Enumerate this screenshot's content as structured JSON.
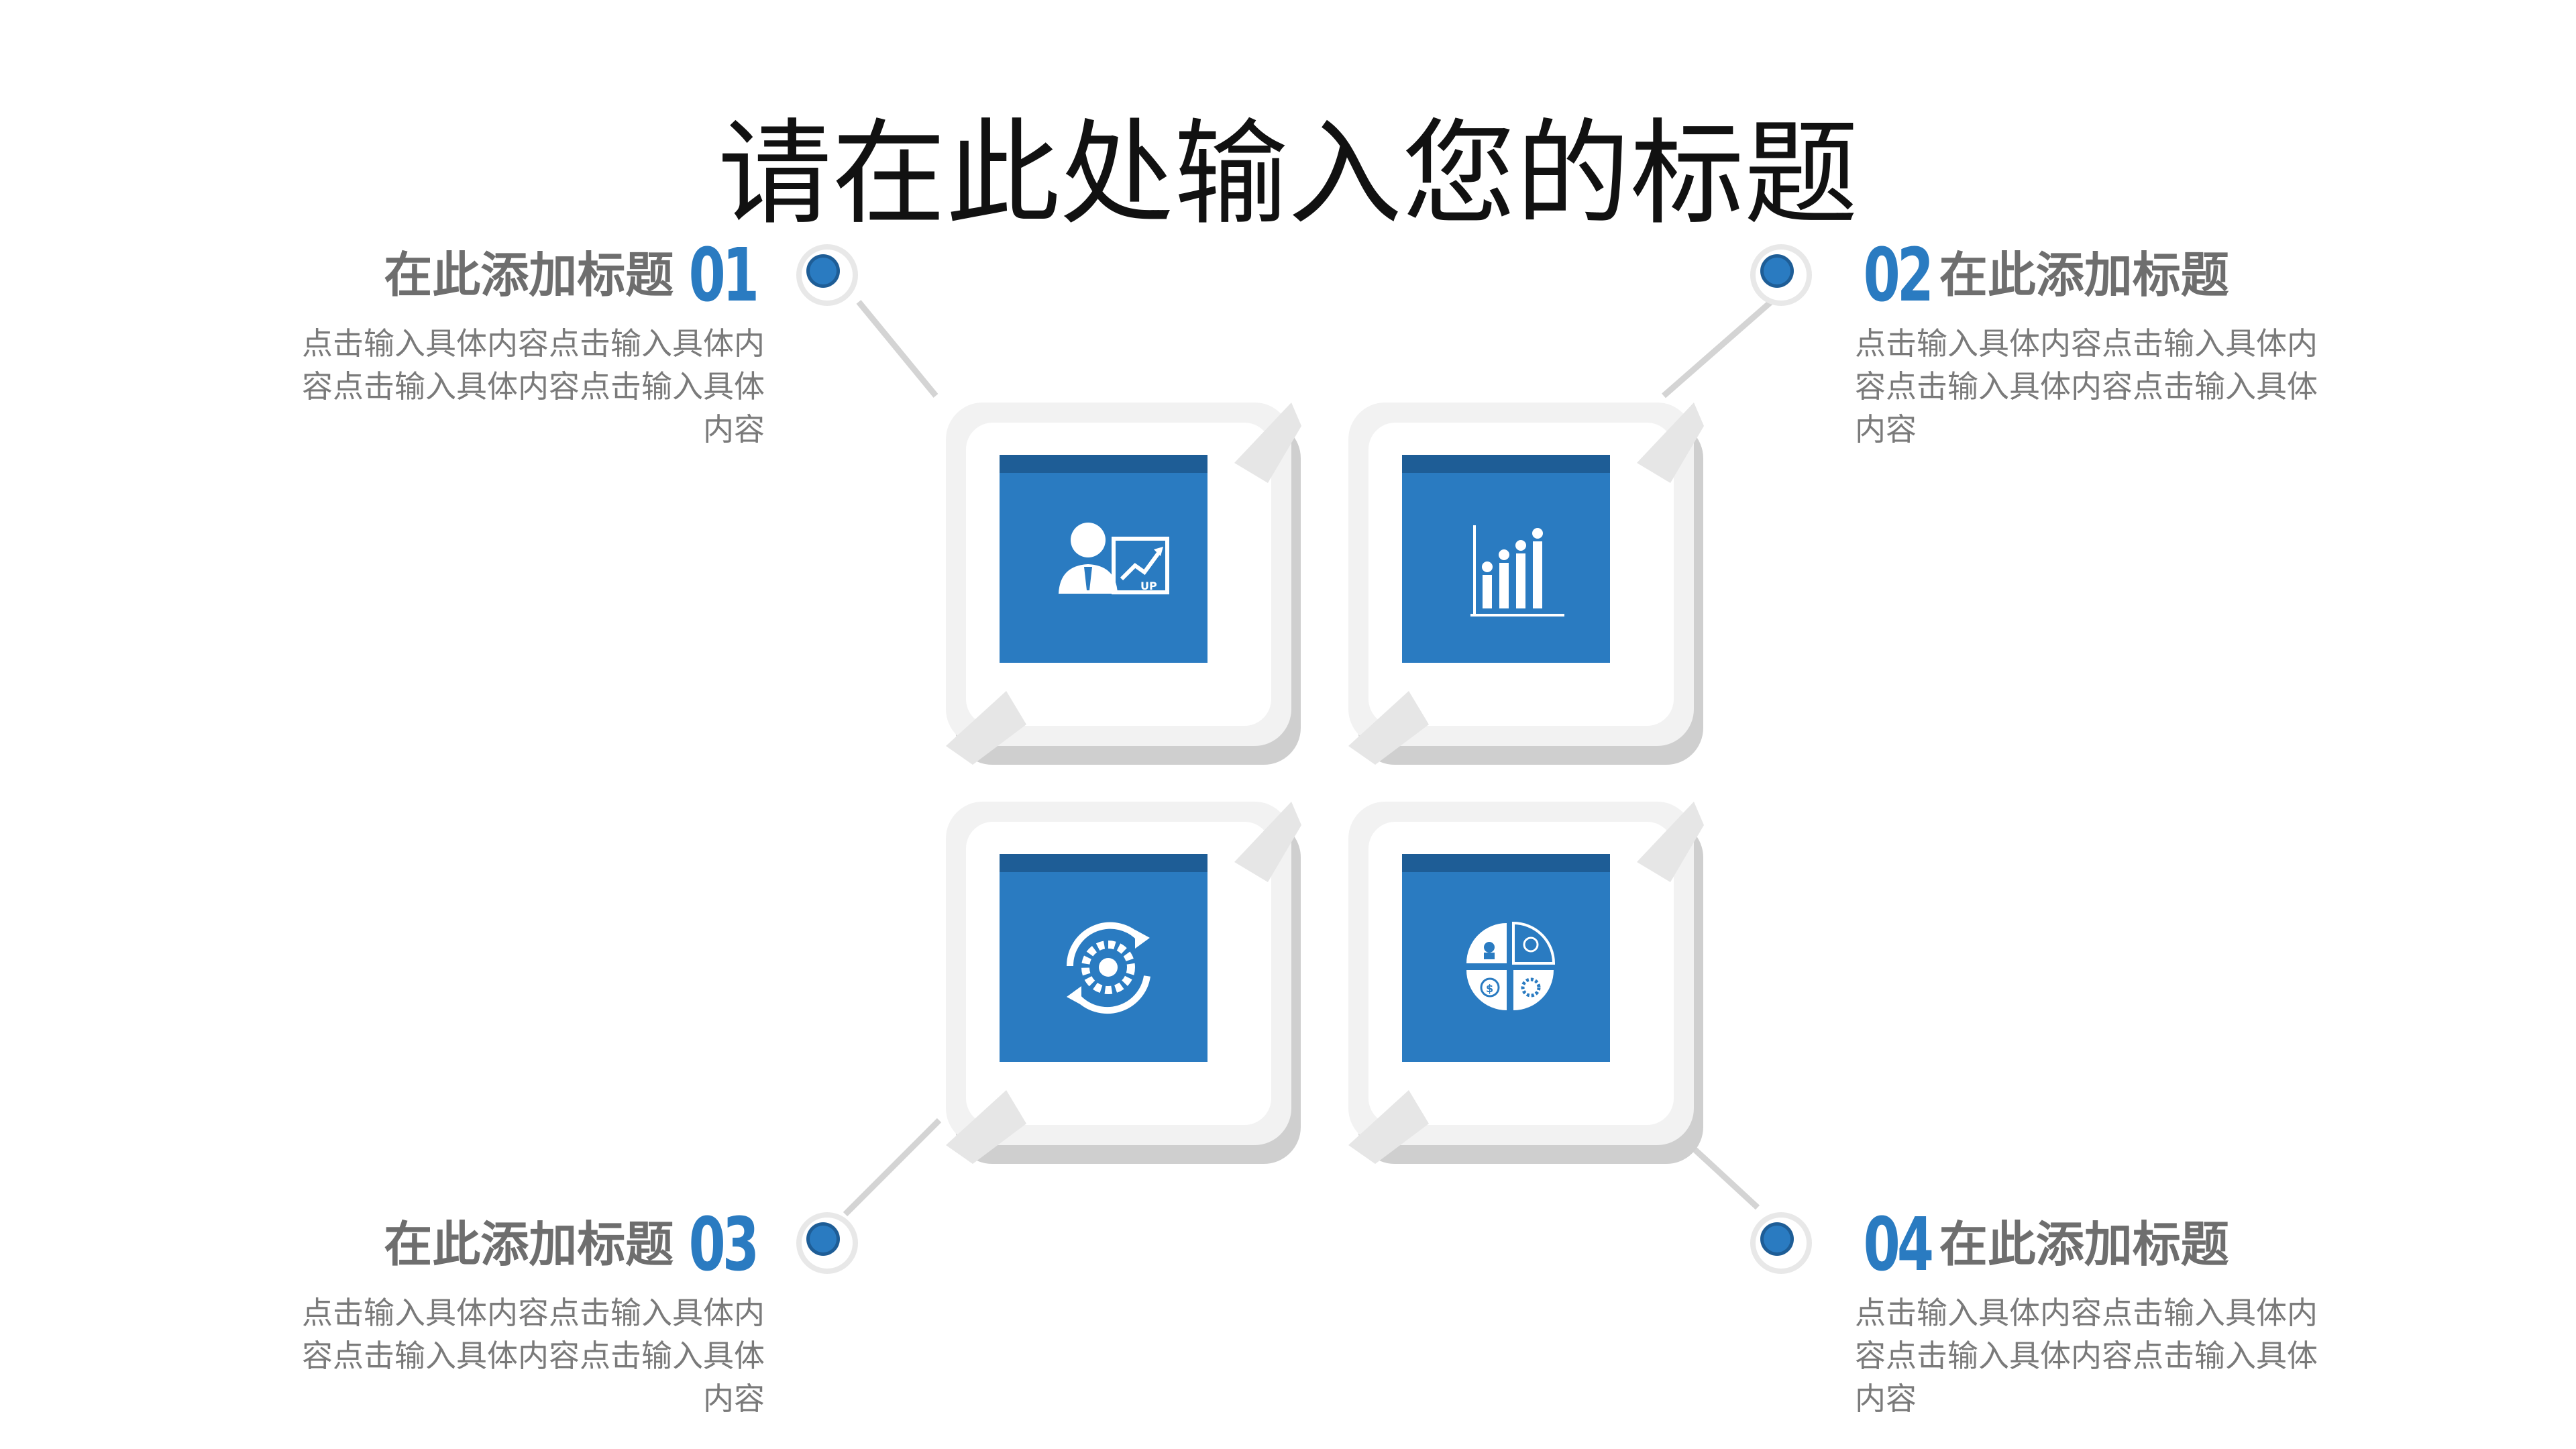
{
  "slide": {
    "title": "请在此处输入您的标题"
  },
  "colors": {
    "accent_blue": "#2a7bc1",
    "dark_blue": "#1e5d96",
    "tile_white": "#ffffff",
    "tile_shadow": "#cfcfcf",
    "heading_gray": "#6e6e6e",
    "text_gray": "#7a7a7a"
  },
  "sections": [
    {
      "number": "01",
      "heading": "在此添加标题",
      "body": "点击输入具体内容点击输入具体内容点击输入具体内容点击输入具体内容",
      "icon": "presenter-growth-icon"
    },
    {
      "number": "02",
      "heading": "在此添加标题",
      "body": "点击输入具体内容点击输入具体内容点击输入具体内容点击输入具体内容",
      "icon": "team-bar-chart-icon"
    },
    {
      "number": "03",
      "heading": "在此添加标题",
      "body": "点击输入具体内容点击输入具体内容点击输入具体内容点击输入具体内容",
      "icon": "gear-cycle-icon"
    },
    {
      "number": "04",
      "heading": "在此添加标题",
      "body": "点击输入具体内容点击输入具体内容点击输入具体内容点击输入具体内容",
      "icon": "business-quadrant-icon"
    }
  ]
}
